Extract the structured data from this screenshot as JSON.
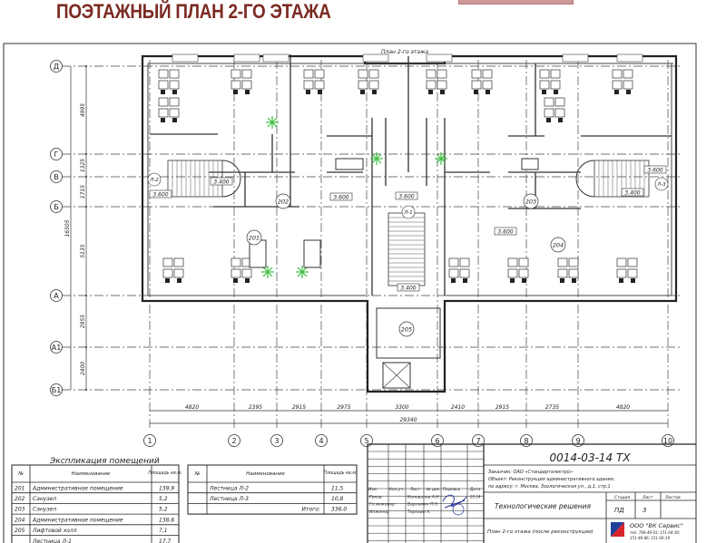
{
  "page_title": "ПОЭТАЖНЫЙ ПЛАН 2-ГО ЭТАЖА",
  "plan": {
    "caption": "План 2-го этажа",
    "row_axes": [
      "Д",
      "Г",
      "В",
      "Б",
      "А",
      "А1",
      "Б1"
    ],
    "row_dims": [
      "4995",
      "1325",
      "1715",
      "5135",
      "2955",
      "2400"
    ],
    "row_total": "16505",
    "col_axes": [
      "1",
      "2",
      "3",
      "4",
      "5",
      "6",
      "7",
      "8",
      "9",
      "10"
    ],
    "col_dims": [
      "4820",
      "2395",
      "2915",
      "2975",
      "3300",
      "2410",
      "2915",
      "2735",
      "4820"
    ],
    "col_total": "29340",
    "rooms": [
      "201",
      "202",
      "203",
      "204",
      "205"
    ],
    "stairs": [
      "Л-1",
      "Л-2",
      "Л-3"
    ],
    "levels": [
      "3.600",
      "3.400",
      "3.600",
      "3.600",
      "3.400",
      "3.600",
      "3.400",
      "3.600"
    ],
    "plant_color": "#3fbf3f"
  },
  "explication": {
    "title": "Экспликация помещений",
    "headers": {
      "num": "№",
      "name": "Наименование",
      "area": "Площадь кв.м."
    },
    "left_rows": [
      {
        "num": "201",
        "name": "Административное помещение",
        "area": "139,9"
      },
      {
        "num": "202",
        "name": "Санузел",
        "area": "5,2"
      },
      {
        "num": "203",
        "name": "Санузел",
        "area": "5,2"
      },
      {
        "num": "204",
        "name": "Административное помещение",
        "area": "138,6"
      },
      {
        "num": "205",
        "name": "Лифтовой холл",
        "area": "7,1"
      },
      {
        "num": "",
        "name": "Лестница Л-1",
        "area": "17,7"
      }
    ],
    "right_rows": [
      {
        "num": "",
        "name": "Лестница Л-2",
        "area": "11,5"
      },
      {
        "num": "",
        "name": "Лестница Л-3",
        "area": "10,8"
      }
    ],
    "total_label": "Итого:",
    "total_value": "336,0"
  },
  "title_block": {
    "code": "0014-03-14 ТХ",
    "customer": "Заказчик: ОАО «Стандартэлектро»",
    "object": "Объект: Реконструкция административного здания,",
    "address": "по адресу: г. Москва, Зоологическая ул., д.1, стр.1",
    "cols": [
      "Изм.",
      "Кол.уч.",
      "Лист",
      "№ док.",
      "Подпись",
      "Дата"
    ],
    "people": [
      {
        "role": "Руков.",
        "name": "Коновалов А.Н."
      },
      {
        "role": "Гл.инженер",
        "name": "Варламин П.Н."
      },
      {
        "role": "Инженер",
        "name": "Терехин А."
      }
    ],
    "date": "03.14",
    "section": "Технологические решения",
    "stage_label": "Стадия",
    "sheet_label": "Лист",
    "sheets_label": "Листов",
    "stage": "ПД",
    "sheet": "3",
    "drawing": "План 2-го этажа (после реконструкции)",
    "company": "ООО \"ВК Сервис\"",
    "phones1": "тел. 798-49-03; 151-64-30;",
    "phones2": "151-46-86; 151-66-19",
    "logo_colors": [
      "#1f3f9a",
      "#d8252b"
    ]
  }
}
